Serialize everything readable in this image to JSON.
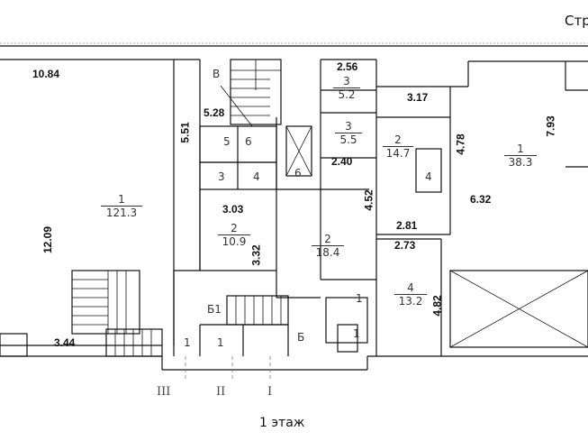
{
  "header": {
    "label": "Стр"
  },
  "floor_label": "1 этаж",
  "dimensions": {
    "d_10_84": "10.84",
    "d_12_09": "12.09",
    "d_3_44": "3.44",
    "d_5_51": "5.51",
    "d_5_28": "5.28",
    "d_2_56": "2.56",
    "d_3_17": "3.17",
    "d_4_78": "4.78",
    "d_7_93": "7.93",
    "d_2_40": "2.40",
    "d_4_52": "4.52",
    "d_3_03": "3.03",
    "d_3_32": "3.32",
    "d_6_32": "6.32",
    "d_2_81": "2.81",
    "d_2_73": "2.73",
    "d_4_82": "4.82"
  },
  "rooms": {
    "r_big": {
      "num": "1",
      "area": "121.3"
    },
    "r_2_109": {
      "num": "2",
      "area": "10.9"
    },
    "r_2_184": {
      "num": "2",
      "area": "18.4"
    },
    "r_3_52": {
      "num": "3",
      "area": "5.2"
    },
    "r_3_55": {
      "num": "3",
      "area": "5.5"
    },
    "r_2_147": {
      "num": "2",
      "area": "14.7"
    },
    "r_1_383": {
      "num": "1",
      "area": "38.3"
    },
    "r_4_132": {
      "num": "4",
      "area": "13.2"
    }
  },
  "small_labels": {
    "stair_v": "В",
    "wc5": "5",
    "wc6": "6",
    "r3": "3",
    "r4": "4",
    "lift6": "6",
    "r4b": "4",
    "b1": "Б1",
    "b": "Б",
    "one_a": "1",
    "one_b": "1",
    "one_c": "1",
    "one_d": "1"
  },
  "axes": {
    "a3": "III",
    "a2": "II",
    "a1": "I"
  }
}
